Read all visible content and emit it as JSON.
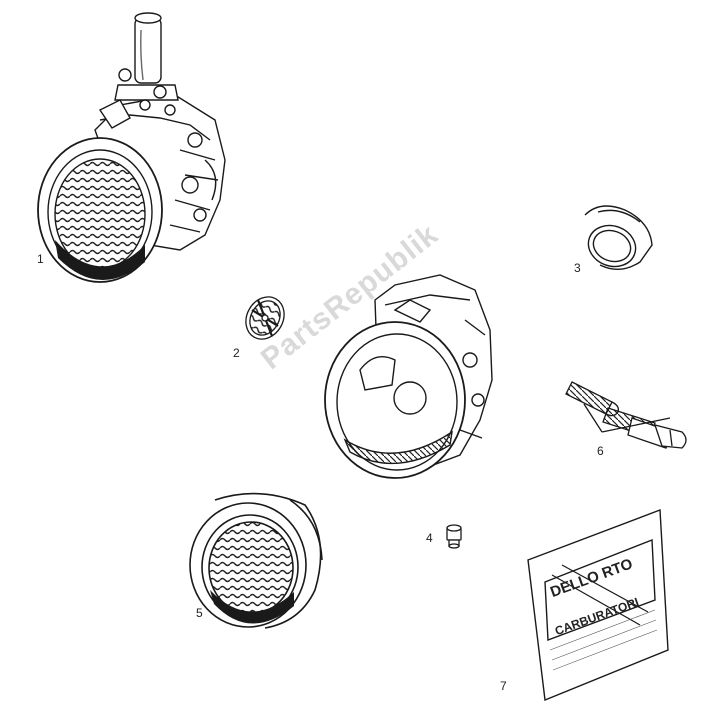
{
  "watermark": "PartsRepublik",
  "callouts": {
    "c1": "1",
    "c2": "2",
    "c3": "3",
    "c4": "4",
    "c5": "5",
    "c6": "6",
    "c7": "7"
  },
  "envelope": {
    "brand": "DELLO RTO",
    "product": "CARBURATORI"
  },
  "colors": {
    "ink": "#1a1a1a",
    "watermark": "#d9d9d9"
  }
}
